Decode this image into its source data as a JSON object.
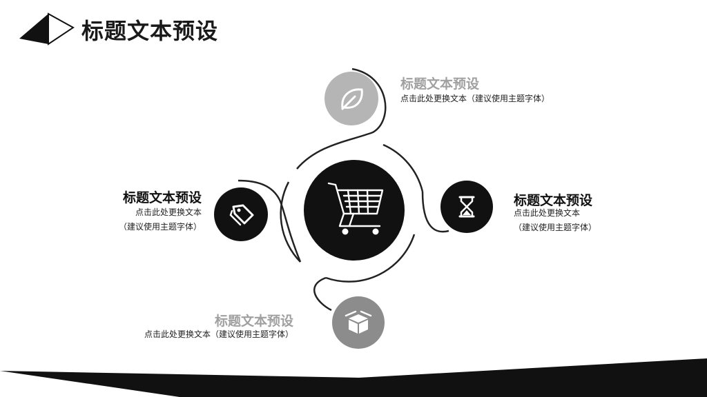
{
  "page": {
    "title": "标题文本预设"
  },
  "colors": {
    "dark": "#1a1a1a",
    "light_gray": "#b5b5b5",
    "mid_gray": "#8c8c8c",
    "text_gray": "#a0a0a0"
  },
  "hub": {
    "icon": "shopping-cart-icon"
  },
  "items": {
    "top": {
      "title": "标题文本预设",
      "desc": "点击此处更换文本（建议使用主题字体）",
      "icon": "leaf-icon"
    },
    "left": {
      "title": "标题文本预设",
      "desc_line1": "点击此处更换文本",
      "desc_line2": "（建议使用主题字体）",
      "icon": "price-tag-icon"
    },
    "right": {
      "title": "标题文本预设",
      "desc_line1": "点击此处更换文本",
      "desc_line2": "（建议使用主题字体）",
      "icon": "hourglass-icon"
    },
    "bottom": {
      "title": "标题文本预设",
      "desc": "点击此处更换文本（建议使用主题字体）",
      "icon": "package-box-icon"
    }
  }
}
